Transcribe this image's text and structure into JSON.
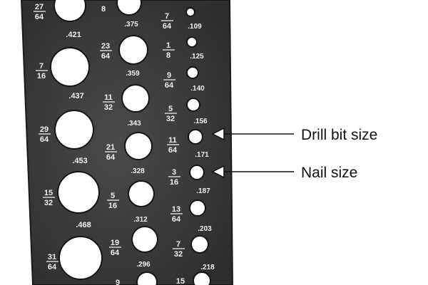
{
  "colors": {
    "gauge_plate": "#3b3b3b",
    "hole_fill": "#ffffff",
    "label_text": "#f2f2f2",
    "callout_text": "#111111"
  },
  "gauge": {
    "column_1": [
      {
        "fraction": [
          "27",
          "64"
        ],
        "decimal": ".421"
      },
      {
        "fraction": [
          "7",
          "16"
        ],
        "decimal": ".437"
      },
      {
        "fraction": [
          "29",
          "64"
        ],
        "decimal": ".453"
      },
      {
        "fraction": [
          "15",
          "32"
        ],
        "decimal": ".468"
      },
      {
        "fraction": [
          "31",
          "64"
        ],
        "decimal": ""
      }
    ],
    "column_2": [
      {
        "fraction": [
          "",
          "8"
        ],
        "decimal": ".375"
      },
      {
        "fraction": [
          "23",
          "64"
        ],
        "decimal": ".359"
      },
      {
        "fraction": [
          "11",
          "32"
        ],
        "decimal": ".343"
      },
      {
        "fraction": [
          "21",
          "64"
        ],
        "decimal": ".328"
      },
      {
        "fraction": [
          "5",
          "16"
        ],
        "decimal": ".312"
      },
      {
        "fraction": [
          "19",
          "64"
        ],
        "decimal": ".296"
      },
      {
        "fraction": [
          "9",
          ""
        ],
        "decimal": ""
      }
    ],
    "column_3": [
      {
        "fraction": [
          "7",
          "64"
        ],
        "decimal": ".109"
      },
      {
        "fraction": [
          "1",
          "8"
        ],
        "decimal": ".125"
      },
      {
        "fraction": [
          "9",
          "64"
        ],
        "decimal": ".140"
      },
      {
        "fraction": [
          "5",
          "32"
        ],
        "decimal": ".156"
      },
      {
        "fraction": [
          "11",
          "64"
        ],
        "decimal": ".171"
      },
      {
        "fraction": [
          "3",
          "16"
        ],
        "decimal": ".187"
      },
      {
        "fraction": [
          "13",
          "64"
        ],
        "decimal": ".203"
      },
      {
        "fraction": [
          "7",
          "32"
        ],
        "decimal": ".218"
      },
      {
        "fraction": [
          "15",
          ""
        ],
        "decimal": ""
      }
    ]
  },
  "callouts": {
    "drill_bit": "Drill bit size",
    "nail": "Nail size"
  }
}
